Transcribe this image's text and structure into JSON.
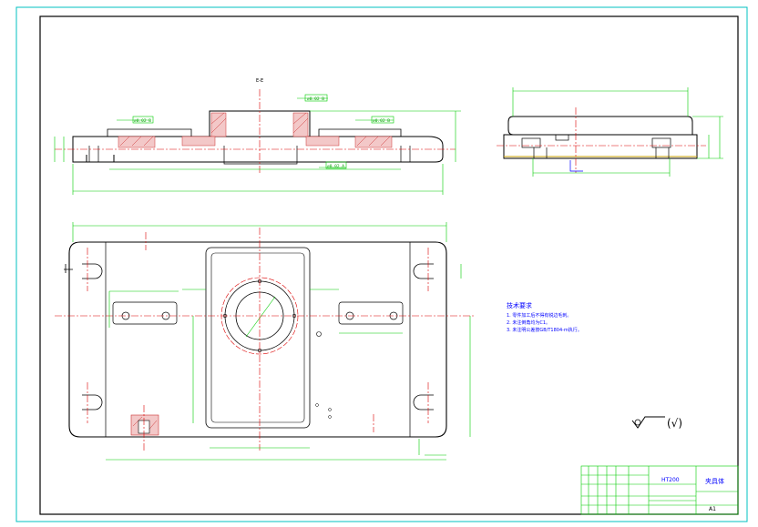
{
  "drawing": {
    "section_label": "E-E",
    "callouts": {
      "section_note_top": "∅0.02 B",
      "section_note_left": "∅0.02 B",
      "section_note_right": "∅0.02 B",
      "bottom_note": "∅0.02 A"
    },
    "tech_requirements": {
      "title": "技术要求",
      "lines": [
        "1. 零件加工后不得有锐边毛刺。",
        "2. 未注倒角均为C1。",
        "3. 未注明公差按GB/T1804-m执行。"
      ]
    },
    "roughness_symbol": "(√)",
    "title_block": {
      "drawing_no": "HT200",
      "part_name": "夹具体",
      "scale": "A1"
    }
  },
  "colors": {
    "outline": "#000000",
    "dimension": "#00cc00",
    "centerline": "#dd0000",
    "hatch": "#cc3333",
    "frame": "#00c0c0",
    "annotation": "#0000ff"
  }
}
